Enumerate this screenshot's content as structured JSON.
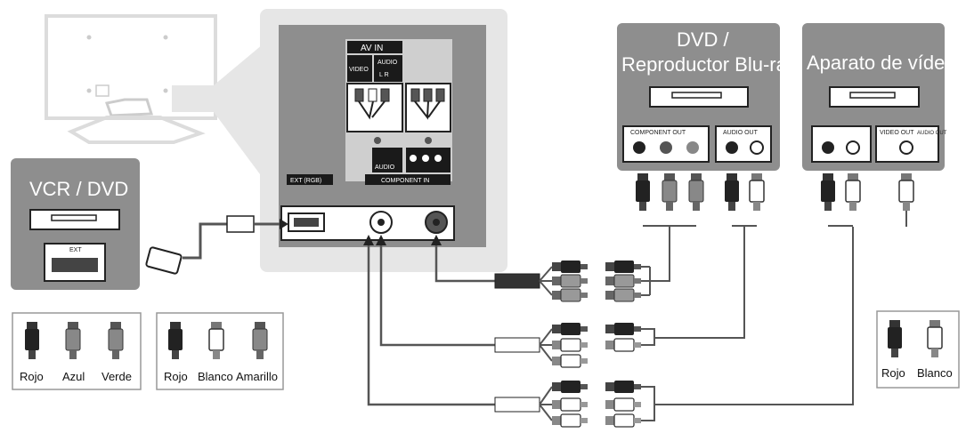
{
  "devices": {
    "dvd_bluray": {
      "title_line1": "DVD /",
      "title_line2": "Reproductor Blu-ray",
      "component_out": "COMPONENT OUT",
      "audio_out": "AUDIO OUT"
    },
    "video_device": {
      "title": "Aparato de vídeo",
      "video_out": "VIDEO OUT",
      "audio_out": "AUDIO OUT"
    },
    "vcr_dvd": {
      "title": "VCR / DVD",
      "ext": "EXT"
    }
  },
  "tv_panel": {
    "av_in": "AV IN",
    "video": "VIDEO",
    "audio": "AUDIO",
    "audio_lr": "L R",
    "component_in": "COMPONENT IN",
    "ext_rgb": "EXT (RGB)"
  },
  "legends": {
    "component": [
      "Rojo",
      "Azul",
      "Verde"
    ],
    "av": [
      "Rojo",
      "Blanco",
      "Amarillo"
    ],
    "audio": [
      "Rojo",
      "Blanco"
    ]
  },
  "colors": {
    "panel_gray": "#8e8e8e",
    "panel_light": "#e6e6e6",
    "cable": "#555555",
    "background": "#ffffff"
  }
}
